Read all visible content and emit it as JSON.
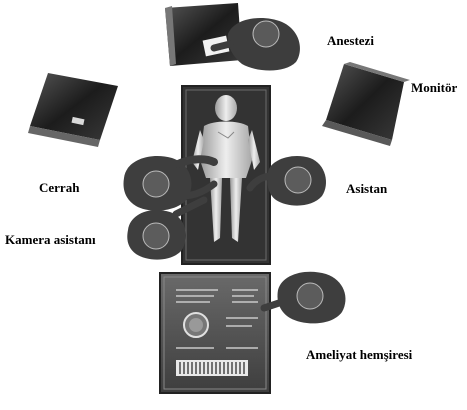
{
  "labels": {
    "anesthesia": "Anestezi",
    "monitor": "Monitör",
    "surgeon": "Cerrah",
    "assistant": "Asistan",
    "camera_assistant": "Kamera asistanı",
    "scrub_nurse": "Ameliyat hemşiresi"
  },
  "colors": {
    "device_dark": "#2a2a2a",
    "device_side": "#4a4a4a",
    "table": "#3a3a3a",
    "patient": "#d8d8d8",
    "staff": "#444444",
    "tray": "#555555",
    "background": "#ffffff"
  }
}
